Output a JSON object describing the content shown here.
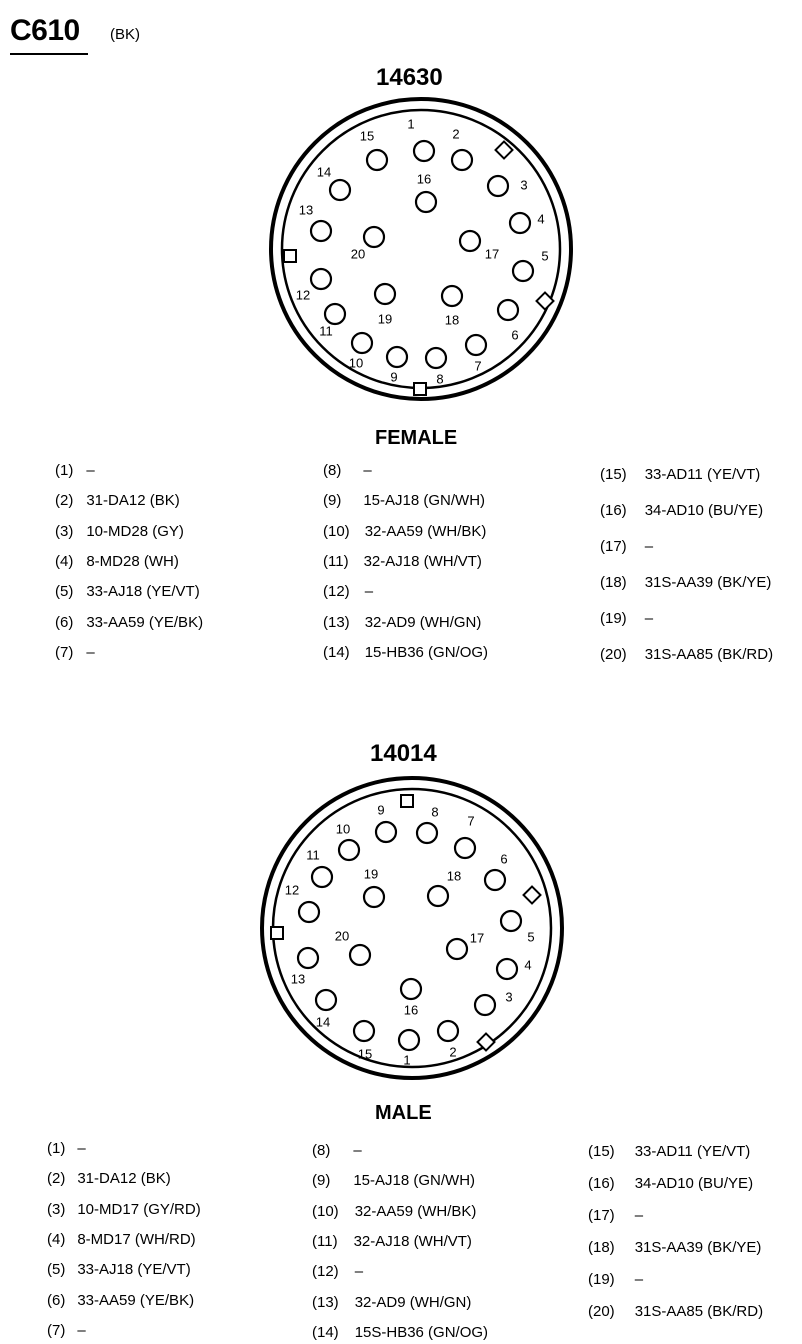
{
  "connector": {
    "title": "C610",
    "color": "(BK)"
  },
  "female": {
    "part": "14630",
    "label": "FEMALE",
    "pins": [
      {
        "pin": "(1)",
        "wire": "–"
      },
      {
        "pin": "(2)",
        "wire": "31-DA12 (BK)"
      },
      {
        "pin": "(3)",
        "wire": "10-MD28 (GY)"
      },
      {
        "pin": "(4)",
        "wire": "8-MD28 (WH)"
      },
      {
        "pin": "(5)",
        "wire": "33-AJ18 (YE/VT)"
      },
      {
        "pin": "(6)",
        "wire": "33-AA59 (YE/BK)"
      },
      {
        "pin": "(7)",
        "wire": "–"
      },
      {
        "pin": "(8)",
        "wire": "–"
      },
      {
        "pin": "(9)",
        "wire": "15-AJ18 (GN/WH)"
      },
      {
        "pin": "(10)",
        "wire": "32-AA59 (WH/BK)"
      },
      {
        "pin": "(11)",
        "wire": "32-AJ18 (WH/VT)"
      },
      {
        "pin": "(12)",
        "wire": "–"
      },
      {
        "pin": "(13)",
        "wire": "32-AD9 (WH/GN)"
      },
      {
        "pin": "(14)",
        "wire": "15-HB36 (GN/OG)"
      },
      {
        "pin": "(15)",
        "wire": "33-AD11 (YE/VT)"
      },
      {
        "pin": "(16)",
        "wire": "34-AD10 (BU/YE)"
      },
      {
        "pin": "(17)",
        "wire": "–"
      },
      {
        "pin": "(18)",
        "wire": "31S-AA39 (BK/YE)"
      },
      {
        "pin": "(19)",
        "wire": "–"
      },
      {
        "pin": "(20)",
        "wire": "31S-AA85 (BK/RD)"
      }
    ],
    "face_pins": [
      {
        "label": "1"
      },
      {
        "label": "2"
      },
      {
        "label": "3"
      },
      {
        "label": "4"
      },
      {
        "label": "5"
      },
      {
        "label": "6"
      },
      {
        "label": "7"
      },
      {
        "label": "8"
      },
      {
        "label": "9"
      },
      {
        "label": "10"
      },
      {
        "label": "11"
      },
      {
        "label": "12"
      },
      {
        "label": "13"
      },
      {
        "label": "14"
      },
      {
        "label": "15"
      },
      {
        "label": "16"
      },
      {
        "label": "17"
      },
      {
        "label": "18"
      },
      {
        "label": "19"
      },
      {
        "label": "20"
      }
    ]
  },
  "male": {
    "part": "14014",
    "label": "MALE",
    "pins": [
      {
        "pin": "(1)",
        "wire": "–"
      },
      {
        "pin": "(2)",
        "wire": "31-DA12 (BK)"
      },
      {
        "pin": "(3)",
        "wire": "10-MD17 (GY/RD)"
      },
      {
        "pin": "(4)",
        "wire": "8-MD17 (WH/RD)"
      },
      {
        "pin": "(5)",
        "wire": "33-AJ18 (YE/VT)"
      },
      {
        "pin": "(6)",
        "wire": "33-AA59 (YE/BK)"
      },
      {
        "pin": "(7)",
        "wire": "–"
      },
      {
        "pin": "(8)",
        "wire": "–"
      },
      {
        "pin": "(9)",
        "wire": "15-AJ18 (GN/WH)"
      },
      {
        "pin": "(10)",
        "wire": "32-AA59 (WH/BK)"
      },
      {
        "pin": "(11)",
        "wire": "32-AJ18 (WH/VT)"
      },
      {
        "pin": "(12)",
        "wire": "–"
      },
      {
        "pin": "(13)",
        "wire": "32-AD9 (WH/GN)"
      },
      {
        "pin": "(14)",
        "wire": "15S-HB36 (GN/OG)"
      },
      {
        "pin": "(15)",
        "wire": "33-AD11 (YE/VT)"
      },
      {
        "pin": "(16)",
        "wire": "34-AD10 (BU/YE)"
      },
      {
        "pin": "(17)",
        "wire": "–"
      },
      {
        "pin": "(18)",
        "wire": "31S-AA39 (BK/YE)"
      },
      {
        "pin": "(19)",
        "wire": "–"
      },
      {
        "pin": "(20)",
        "wire": "31S-AA85 (BK/RD)"
      }
    ],
    "face_pins": [
      {
        "label": "1"
      },
      {
        "label": "2"
      },
      {
        "label": "3"
      },
      {
        "label": "4"
      },
      {
        "label": "5"
      },
      {
        "label": "6"
      },
      {
        "label": "7"
      },
      {
        "label": "8"
      },
      {
        "label": "9"
      },
      {
        "label": "10"
      },
      {
        "label": "11"
      },
      {
        "label": "12"
      },
      {
        "label": "13"
      },
      {
        "label": "14"
      },
      {
        "label": "15"
      },
      {
        "label": "16"
      },
      {
        "label": "17"
      },
      {
        "label": "18"
      },
      {
        "label": "19"
      },
      {
        "label": "20"
      }
    ]
  }
}
